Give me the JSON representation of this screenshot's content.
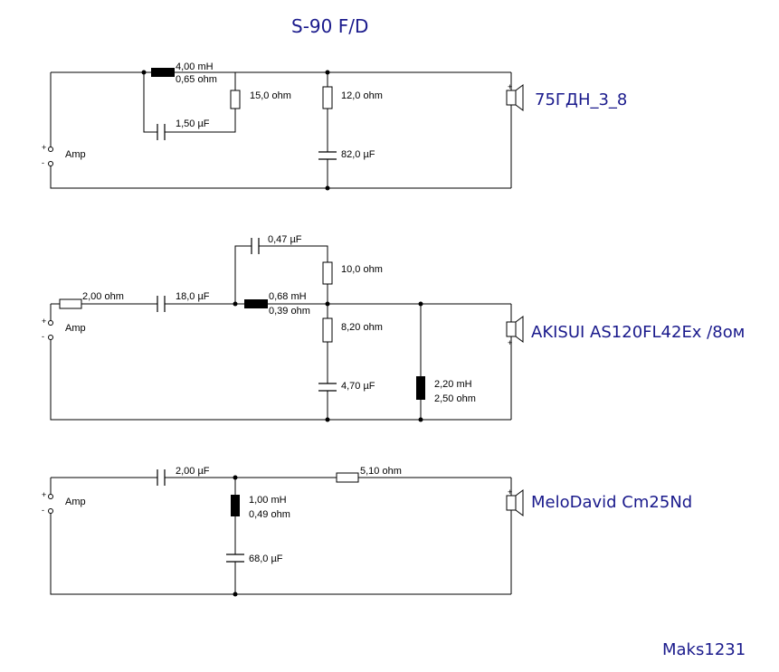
{
  "title": "S-90 F/D",
  "author": "Maks1231",
  "text_color": "#1a1a8c",
  "amp_label": "Amp",
  "plus": "+",
  "minus": "-",
  "circuit1": {
    "driver": "75ГДН_3_8",
    "l1": [
      "4,00 mH",
      "0,65 ohm"
    ],
    "r1": "15,0 ohm",
    "c1": "1,50 µF",
    "r2": "12,0 ohm",
    "c2": "82,0 µF"
  },
  "circuit2": {
    "driver": "AKISUI AS120FL42Ex  /8ом",
    "r1": "2,00 ohm",
    "c1": "18,0 µF",
    "c2": "0,47 µF",
    "r2": "10,0 ohm",
    "l1": [
      "0,68 mH",
      "0,39 ohm"
    ],
    "r3": "8,20 ohm",
    "c3": "4,70 µF",
    "l2": [
      "2,20 mH",
      "2,50 ohm"
    ]
  },
  "circuit3": {
    "driver": "MeloDavid Cm25Nd",
    "c1": "2,00 µF",
    "r1": "5,10 ohm",
    "l1": [
      "1,00 mH",
      "0,49 ohm"
    ],
    "c2": "68,0 µF"
  }
}
